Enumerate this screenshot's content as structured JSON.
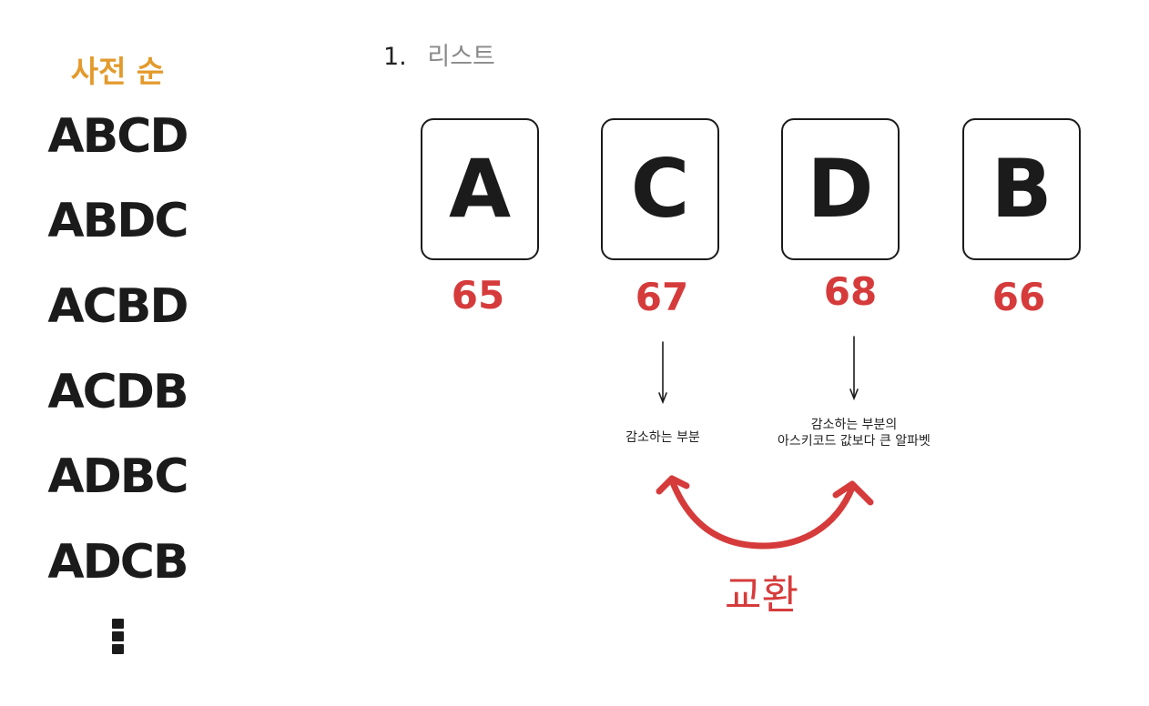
{
  "left": {
    "title": "사전 순",
    "permutations": [
      "ABCD",
      "ABDC",
      "ACBD",
      "ACDB",
      "ADBC",
      "ADCB"
    ],
    "ellipsis_icon": "vertical-ellipsis-icon"
  },
  "heading": {
    "number": "1.",
    "text": "리스트"
  },
  "cards": [
    {
      "letter": "A",
      "code": "65"
    },
    {
      "letter": "C",
      "code": "67"
    },
    {
      "letter": "D",
      "code": "68"
    },
    {
      "letter": "B",
      "code": "66"
    }
  ],
  "notes": {
    "decreasing_part": "감소하는 부분",
    "larger_line1": "감소하는 부분의",
    "larger_line2": "아스키코드 값보다 큰 알파벳"
  },
  "swap_label": "교환",
  "colors": {
    "accent_orange": "#e39a2c",
    "accent_red": "#d63b3b",
    "ink": "#1b1b1b",
    "muted": "#8a8a8a"
  }
}
